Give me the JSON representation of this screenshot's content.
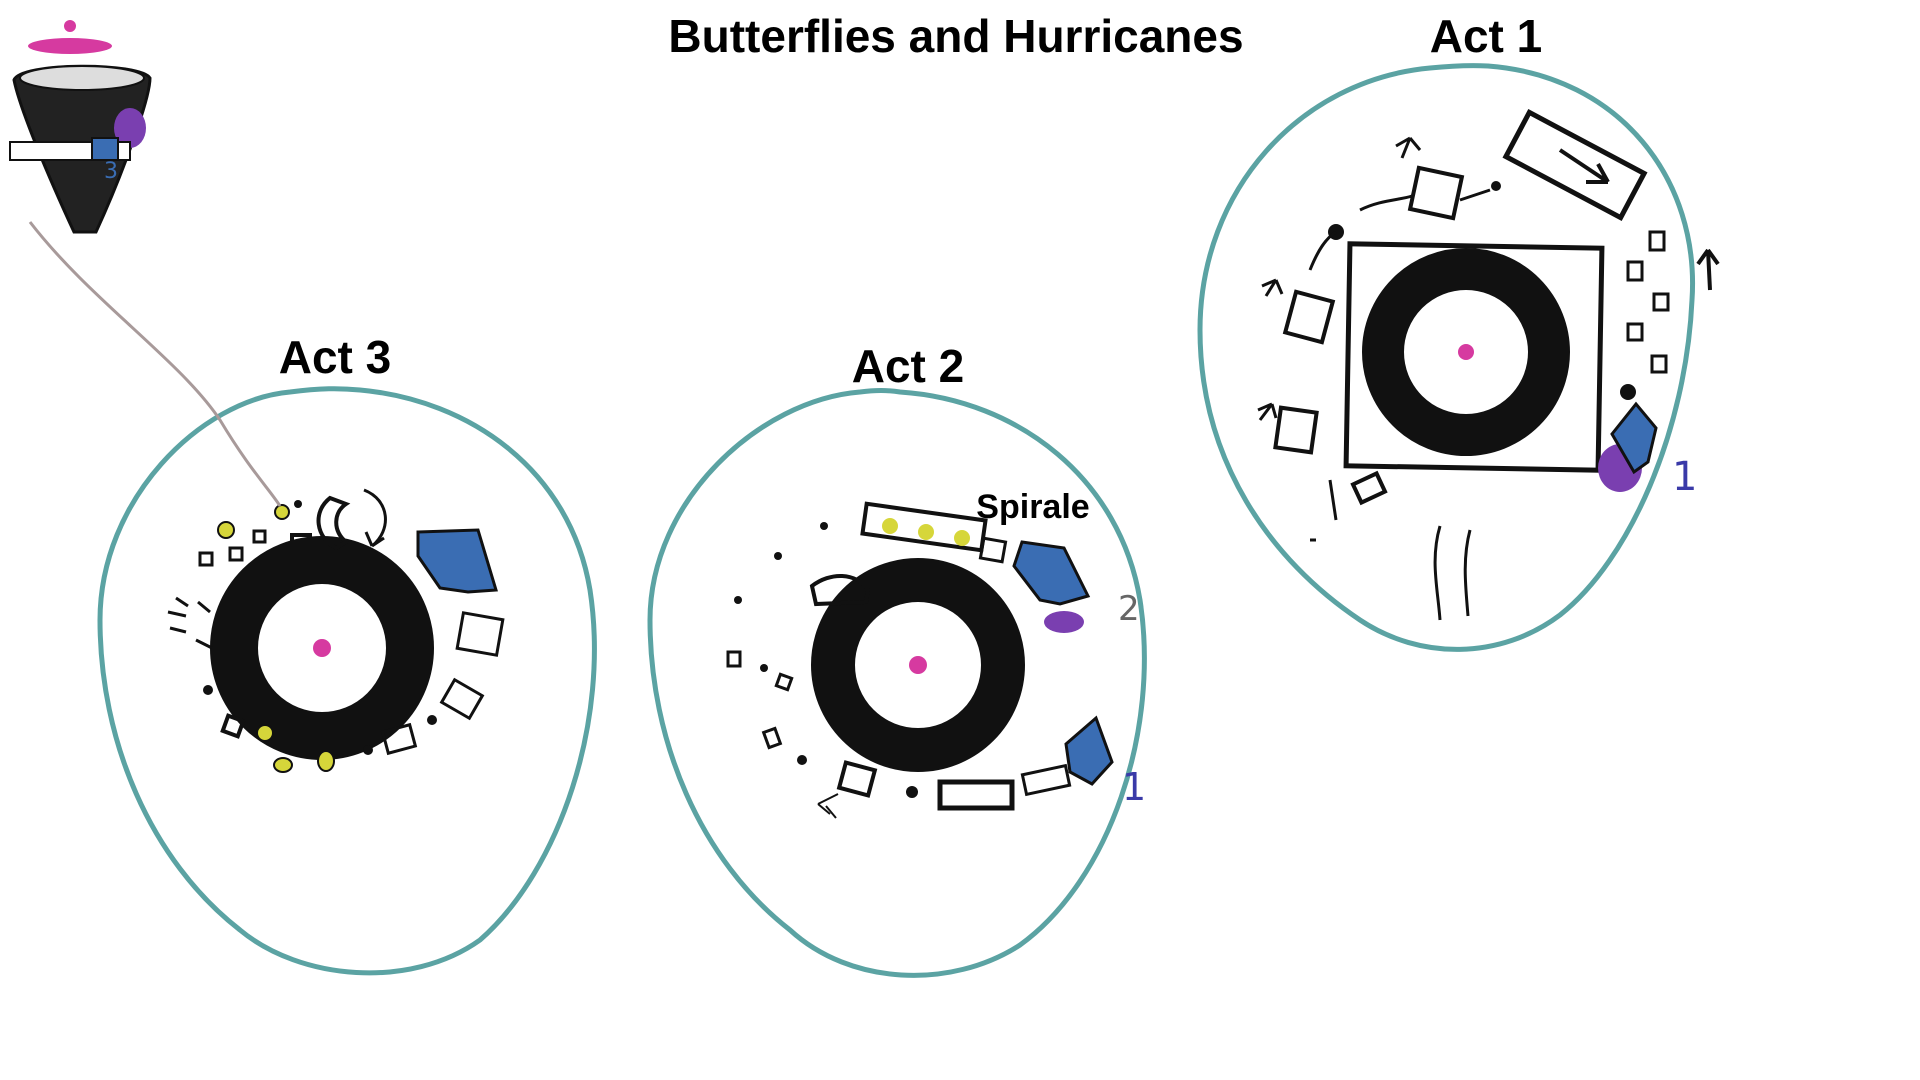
{
  "title": "Butterflies and Hurricanes",
  "acts": [
    {
      "label": "Act 1",
      "markers": [
        "1"
      ]
    },
    {
      "label": "Act 2",
      "markers": [
        "2",
        "1"
      ],
      "annotation": "Spirale"
    },
    {
      "label": "Act 3",
      "markers": []
    }
  ],
  "inset": {
    "marker": "3"
  },
  "colors": {
    "outline": "#5ba3a3",
    "pink_dot": "#d63aa0",
    "blue_shape": "#3a6db3",
    "purple_blob": "#7a3fb0",
    "yellow_dot": "#d6d63a",
    "ink": "#111111",
    "pencil_line": "#a89a9a"
  },
  "icons": [
    "stage-ring-icon",
    "blue-pentagon-icon",
    "purple-blob-icon",
    "arrow-icon",
    "square-icon",
    "dot-icon",
    "funnel-icon"
  ]
}
